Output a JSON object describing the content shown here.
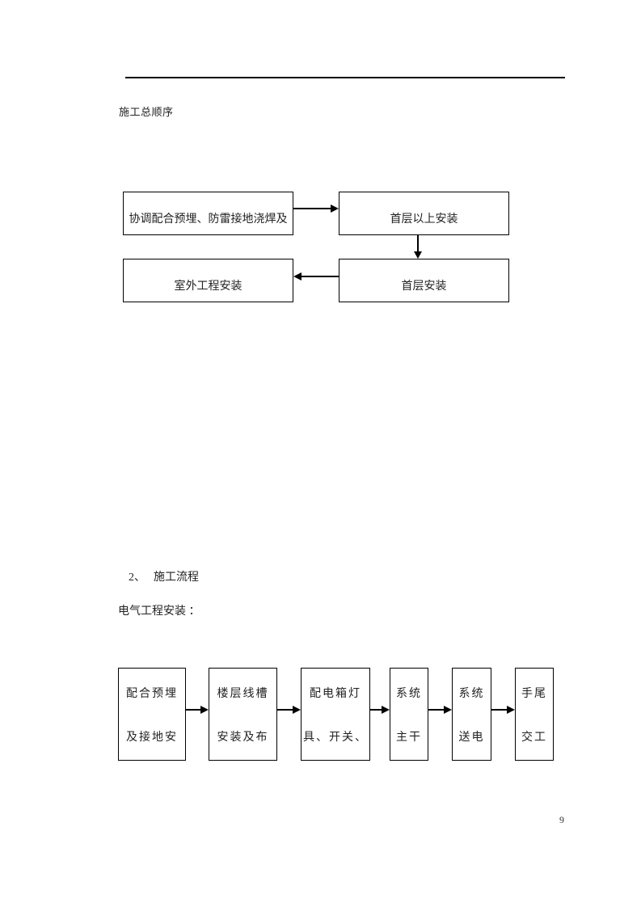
{
  "page": {
    "number": "9"
  },
  "texts": {
    "title1": "施工总顺序",
    "section2_num": "2、",
    "section2_title": "施工流程",
    "subsection": "电气工程安装 ："
  },
  "flowchart1": {
    "boxes": [
      {
        "label": "协调配合预埋、防雷接地浇焊及"
      },
      {
        "label": "首层以上安装"
      },
      {
        "label": "首层安装"
      },
      {
        "label": "室外工程安装"
      }
    ]
  },
  "flowchart2": {
    "boxes": [
      {
        "line1": "配合预埋",
        "line2": "及接地安"
      },
      {
        "line1": "楼层线槽",
        "line2": "安装及布"
      },
      {
        "line1": "配电箱灯",
        "line2": "具、开关、"
      },
      {
        "line1": "系统",
        "line2": "主干"
      },
      {
        "line1": "系统",
        "line2": "送电"
      },
      {
        "line1": "手尾",
        "line2": "交工"
      }
    ]
  }
}
